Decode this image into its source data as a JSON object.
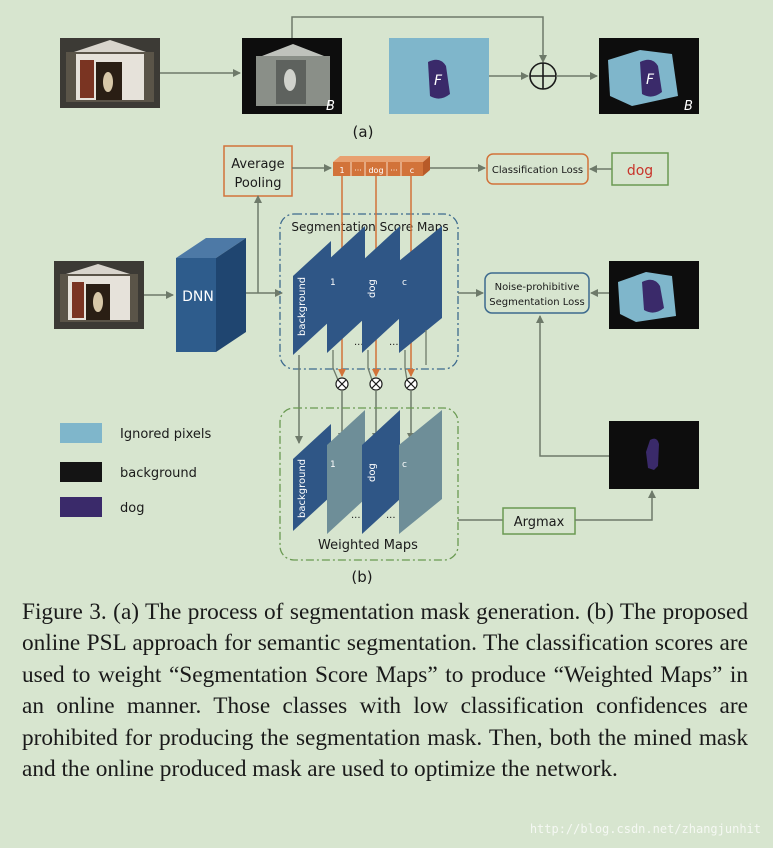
{
  "figure": {
    "labels": {
      "B": "B",
      "F": "F",
      "part_a": "(a)",
      "part_b": "(b)",
      "average_pooling_line1": "Average",
      "average_pooling_line2": "Pooling",
      "classification_loss": "Classification Loss",
      "dog_label": "dog",
      "dnn": "DNN",
      "segmentation_score_maps": "Segmentation Score Maps",
      "weighted_maps": "Weighted Maps",
      "noise_loss_line1": "Noise-prohibitive",
      "noise_loss_line2": "Segmentation Loss",
      "argmax": "Argmax",
      "score_vector": [
        "1",
        "···",
        "dog",
        "···",
        "c"
      ],
      "map_labels": [
        "background",
        "1",
        "dog",
        "c"
      ],
      "ellipsis": "..."
    },
    "legend": [
      {
        "label": "Ignored pixels",
        "color": "#7fb6cb"
      },
      {
        "label": "background",
        "color": "#141414"
      },
      {
        "label": "dog",
        "color": "#3a2a6a"
      }
    ],
    "colors": {
      "map_dark": "#2f5686",
      "map_light": "#6e8e98",
      "orange": "#d2733a",
      "box_blue": "#3d6a8e",
      "box_green": "#6a9a52"
    }
  },
  "caption": "Figure 3. (a) The process of segmentation mask generation. (b) The proposed online PSL approach for semantic segmentation. The classification scores are used to weight “Segmentation Score Maps” to produce “Weighted Maps” in an online manner. Those classes with low classification confidences are prohibited for producing the segmentation mask. Then, both the mined mask and the online produced mask are used to optimize the network.",
  "watermark": "http://blog.csdn.net/zhangjunhit"
}
